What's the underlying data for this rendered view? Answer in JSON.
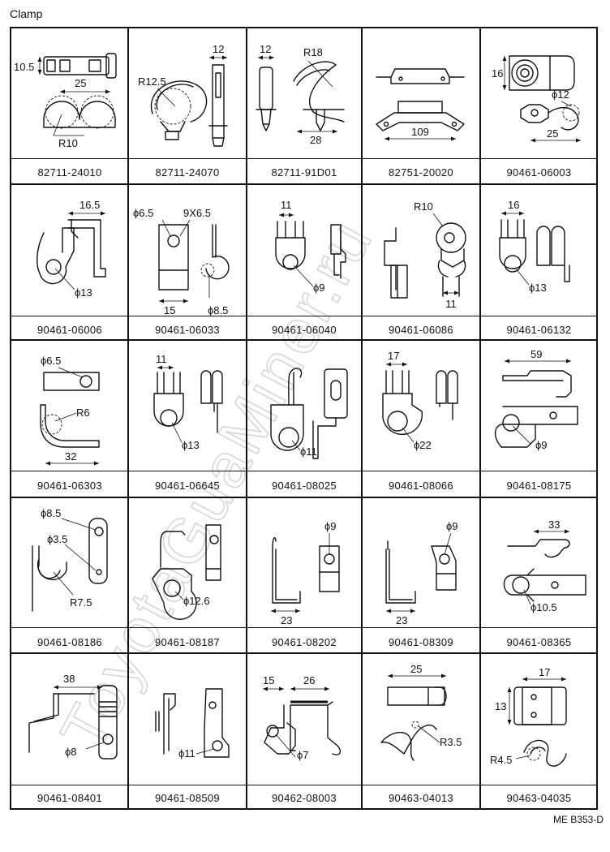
{
  "page": {
    "title": "Clamp",
    "footer_code": "ME B353-D",
    "watermark": "ToyotaGuaMiner.ru"
  },
  "clamps": [
    {
      "part_number": "82711-24010",
      "dims": [
        "10.5",
        "25",
        "R10"
      ]
    },
    {
      "part_number": "82711-24070",
      "dims": [
        "R12.5",
        "12"
      ]
    },
    {
      "part_number": "82711-91D01",
      "dims": [
        "12",
        "R18",
        "28"
      ]
    },
    {
      "part_number": "82751-20020",
      "dims": [
        "109"
      ]
    },
    {
      "part_number": "90461-06003",
      "dims": [
        "16",
        "ϕ12",
        "25"
      ]
    },
    {
      "part_number": "90461-06006",
      "dims": [
        "16.5",
        "ϕ13"
      ]
    },
    {
      "part_number": "90461-06033",
      "dims": [
        "ϕ6.5",
        "9X6.5",
        "15",
        "ϕ8.5"
      ]
    },
    {
      "part_number": "90461-06040",
      "dims": [
        "11",
        "ϕ9"
      ]
    },
    {
      "part_number": "90461-06086",
      "dims": [
        "R10",
        "11"
      ]
    },
    {
      "part_number": "90461-06132",
      "dims": [
        "16",
        "ϕ13"
      ]
    },
    {
      "part_number": "90461-06303",
      "dims": [
        "ϕ6.5",
        "R6",
        "32"
      ]
    },
    {
      "part_number": "90461-06645",
      "dims": [
        "11",
        "ϕ13"
      ]
    },
    {
      "part_number": "90461-08025",
      "dims": [
        "ϕ11"
      ]
    },
    {
      "part_number": "90461-08066",
      "dims": [
        "17",
        "ϕ22"
      ]
    },
    {
      "part_number": "90461-08175",
      "dims": [
        "59",
        "ϕ9"
      ]
    },
    {
      "part_number": "90461-08186",
      "dims": [
        "ϕ8.5",
        "ϕ3.5",
        "R7.5"
      ]
    },
    {
      "part_number": "90461-08187",
      "dims": [
        "ϕ12.6"
      ]
    },
    {
      "part_number": "90461-08202",
      "dims": [
        "ϕ9",
        "23"
      ]
    },
    {
      "part_number": "90461-08309",
      "dims": [
        "ϕ9",
        "23"
      ]
    },
    {
      "part_number": "90461-08365",
      "dims": [
        "33",
        "ϕ10.5"
      ]
    },
    {
      "part_number": "90461-08401",
      "dims": [
        "38",
        "ϕ8"
      ]
    },
    {
      "part_number": "90461-08509",
      "dims": [
        "ϕ11"
      ]
    },
    {
      "part_number": "90462-08003",
      "dims": [
        "15",
        "26",
        "ϕ7"
      ]
    },
    {
      "part_number": "90463-04013",
      "dims": [
        "25",
        "R3.5"
      ]
    },
    {
      "part_number": "90463-04035",
      "dims": [
        "17",
        "13",
        "R4.5"
      ]
    }
  ]
}
